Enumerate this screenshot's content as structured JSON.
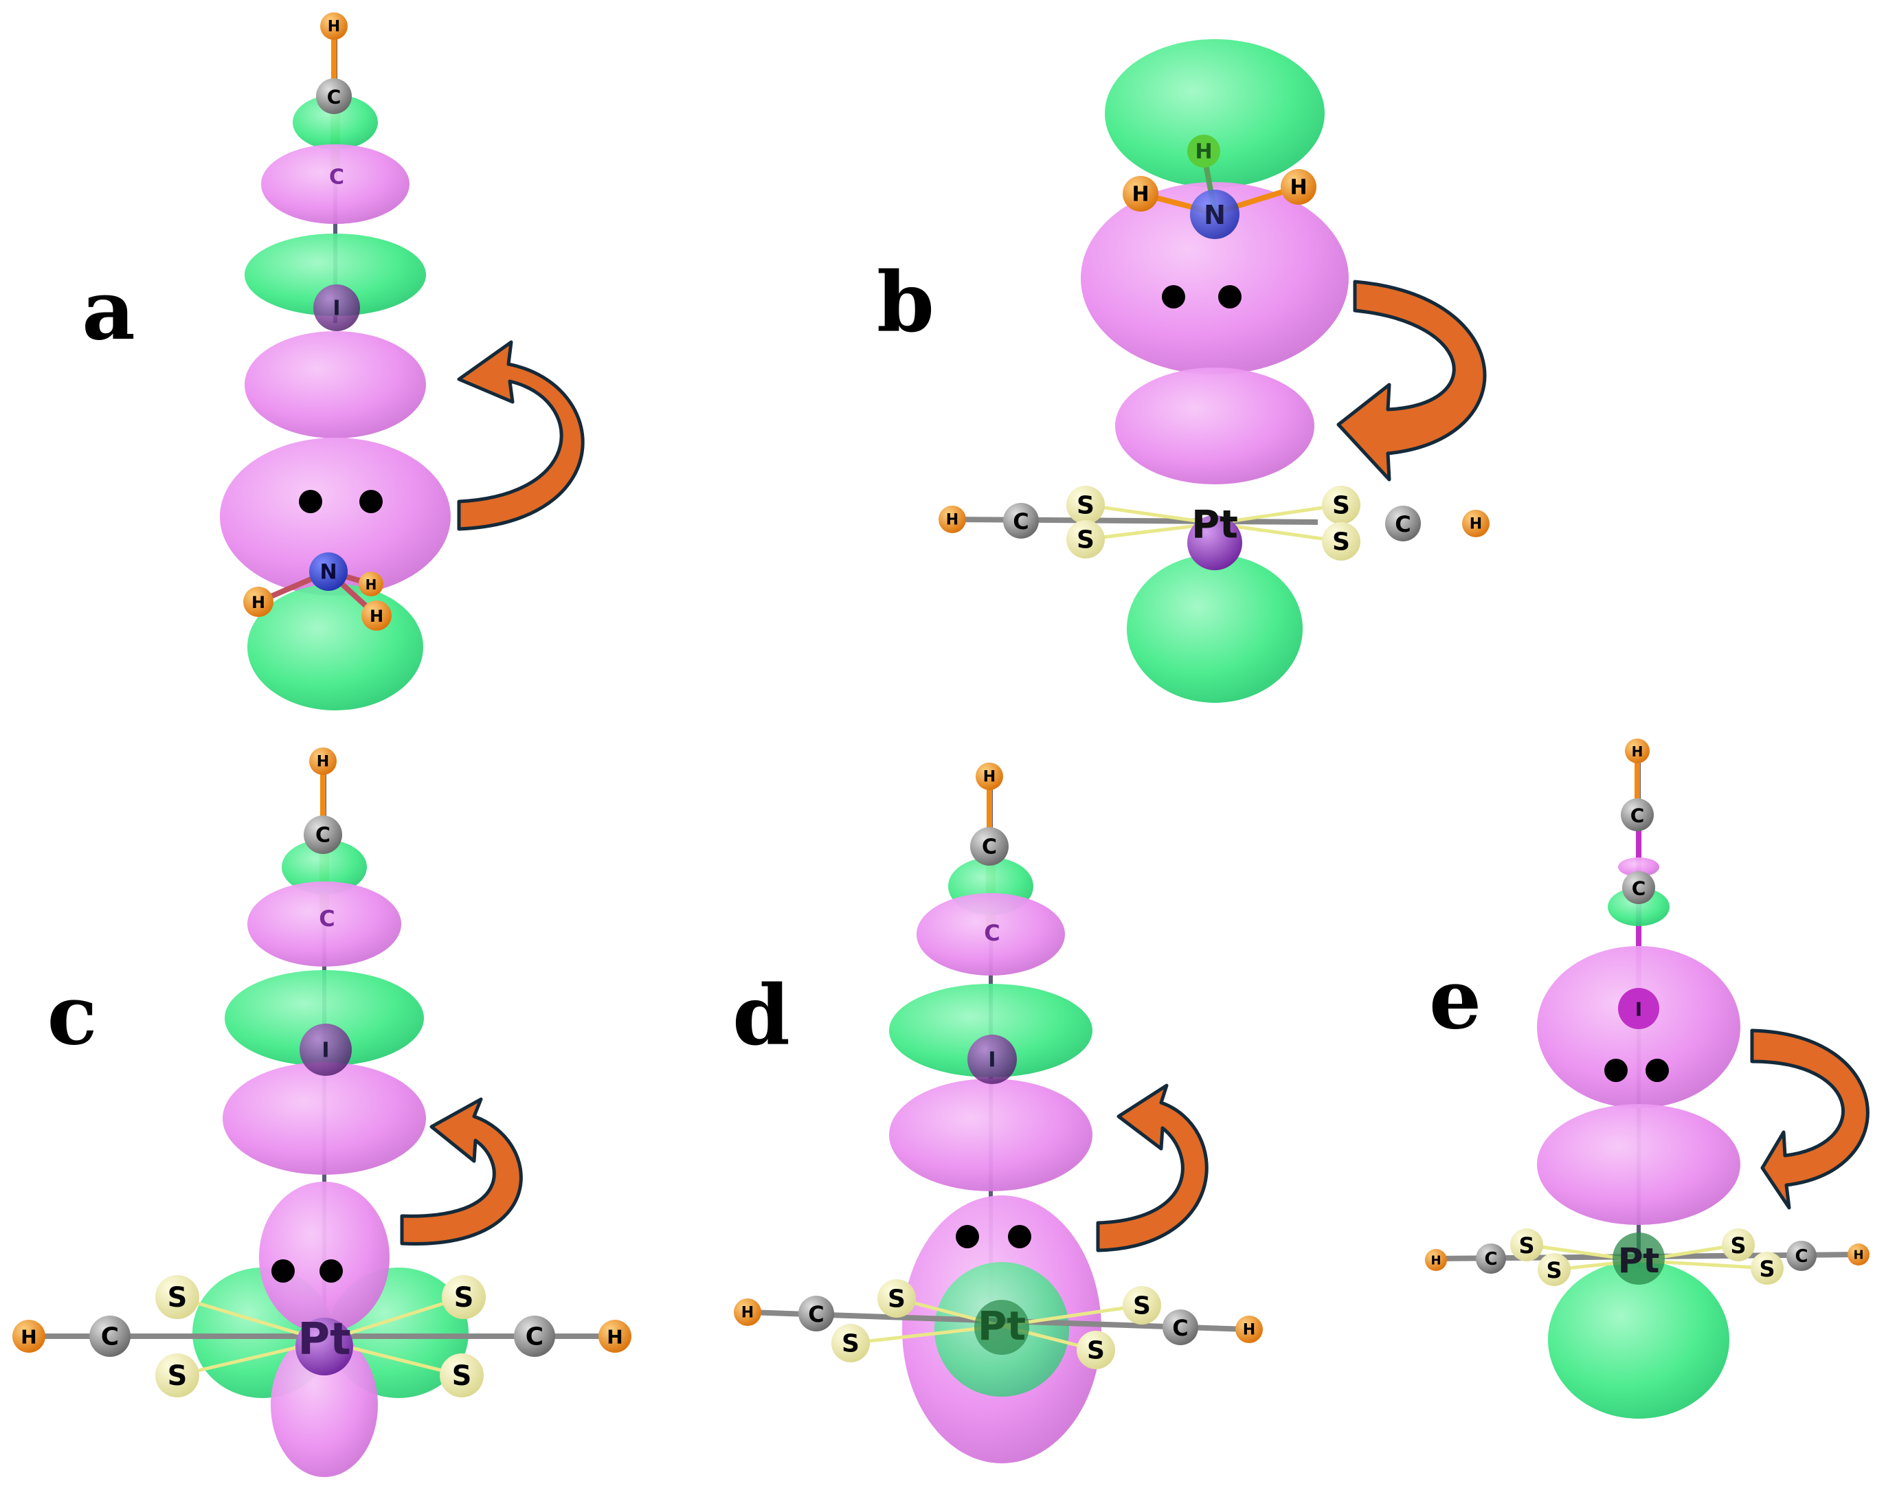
{
  "colors": {
    "lobe_positive": "#ee8ff2",
    "lobe_negative": "#2fe87e",
    "arrow": "#e06a26",
    "carbon": "#8a8a8a",
    "hydrogen": "#f08a14",
    "sulfur": "#f2f0a0",
    "nitrogen": "#2a3fd8",
    "iodine": "#7a2a9a",
    "platinum": "#9a3fc8",
    "background": "#ffffff"
  },
  "symbols": {
    "lone_pair": "dots-icon",
    "charge_transfer": "curved-arrow-icon"
  },
  "panels": [
    {
      "letter": "a",
      "labels": {
        "H_top": "H",
        "C_top": "C",
        "C_mid": "C",
        "I": "I",
        "N": "N",
        "H1": "H",
        "H2": "H",
        "H3": "H"
      }
    },
    {
      "letter": "b",
      "labels": {
        "H_n1": "H",
        "H_n2": "H",
        "H_n3": "H",
        "N": "N",
        "Pt": "Pt",
        "S1": "S",
        "S2": "S",
        "S3": "S",
        "S4": "S",
        "C_l": "C",
        "C_r": "C",
        "H_l": "H",
        "H_r": "H"
      }
    },
    {
      "letter": "c",
      "labels": {
        "H_top": "H",
        "C_top": "C",
        "C_mid": "C",
        "I": "I",
        "Pt": "Pt",
        "S1": "S",
        "S2": "S",
        "S3": "S",
        "S4": "S",
        "C_l": "C",
        "C_r": "C",
        "H_l": "H",
        "H_r": "H"
      }
    },
    {
      "letter": "d",
      "labels": {
        "H_top": "H",
        "C_top": "C",
        "C_mid": "C",
        "I": "I",
        "Pt": "Pt",
        "S1": "S",
        "S2": "S",
        "S3": "S",
        "S4": "S",
        "C_l": "C",
        "C_r": "C",
        "H_l": "H",
        "H_r": "H"
      }
    },
    {
      "letter": "e",
      "labels": {
        "H_top": "H",
        "C_top": "C",
        "C_mid": "C",
        "I": "I",
        "Pt": "Pt",
        "S1": "S",
        "S2": "S",
        "S3": "S",
        "S4": "S",
        "C_l": "C",
        "C_r": "C",
        "H_l": "H",
        "H_r": "H"
      }
    }
  ]
}
